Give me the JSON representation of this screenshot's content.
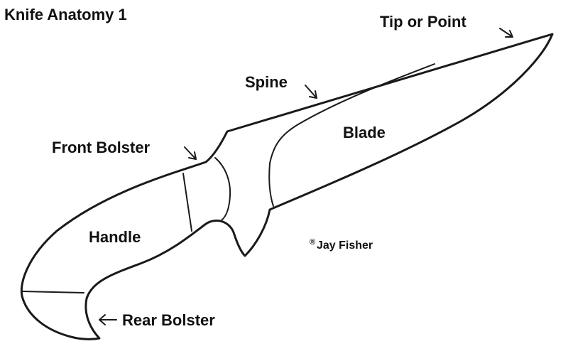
{
  "title": "Knife Anatomy 1",
  "labels": {
    "tip": "Tip or Point",
    "spine": "Spine",
    "blade": "Blade",
    "front_bolster": "Front Bolster",
    "handle": "Handle",
    "rear_bolster": "Rear Bolster",
    "copyright": "Jay Fisher",
    "copyright_symbol": "®"
  },
  "colors": {
    "line": "#1a1a1a",
    "text": "#111111",
    "background": "#ffffff"
  }
}
